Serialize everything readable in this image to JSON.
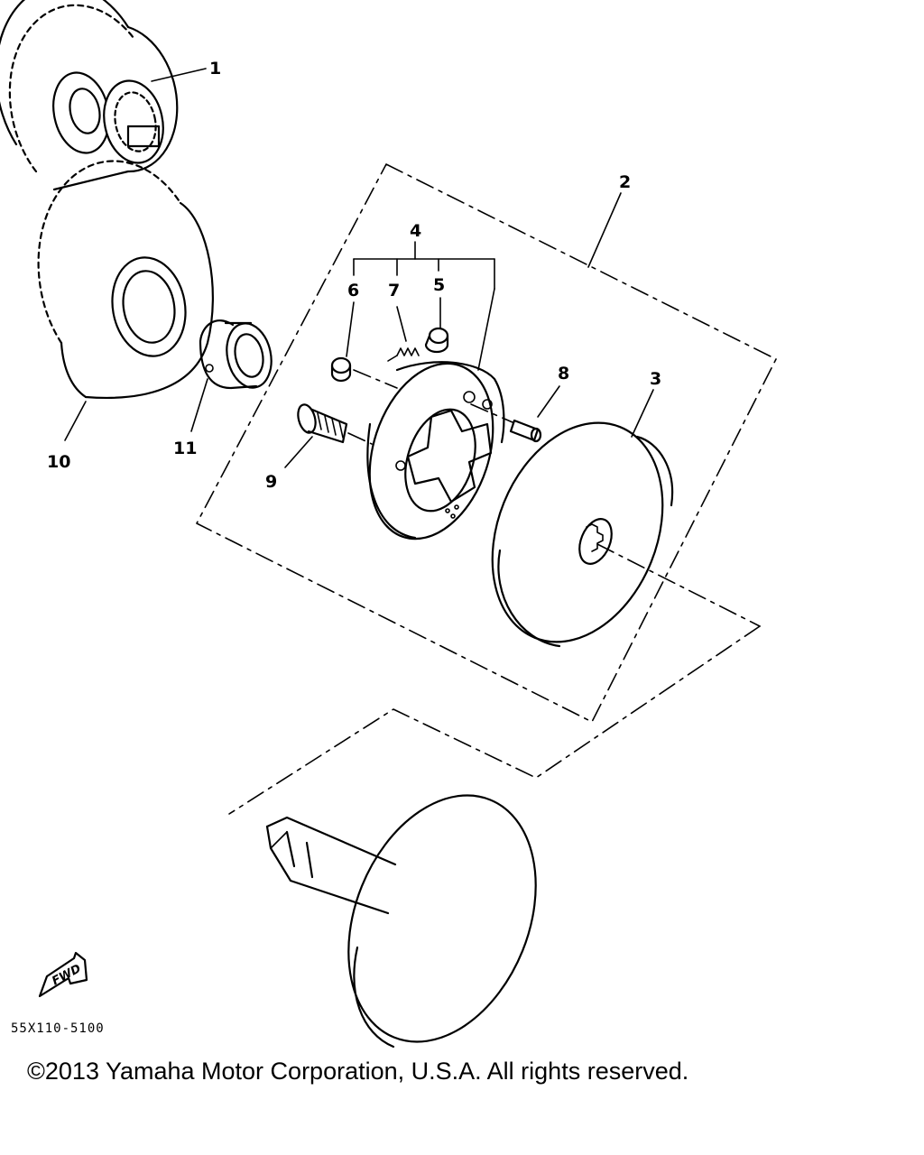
{
  "diagram": {
    "callouts": {
      "p1": "1",
      "p2": "2",
      "p3": "3",
      "p4": "4",
      "p5": "5",
      "p6": "6",
      "p7": "7",
      "p8": "8",
      "p9": "9",
      "p10": "10",
      "p11": "11"
    },
    "fwd_label": "FWD",
    "drawing_number": "55X110-5100"
  },
  "footer": {
    "copyright": "©2013 Yamaha Motor Corporation, U.S.A. All rights reserved."
  }
}
